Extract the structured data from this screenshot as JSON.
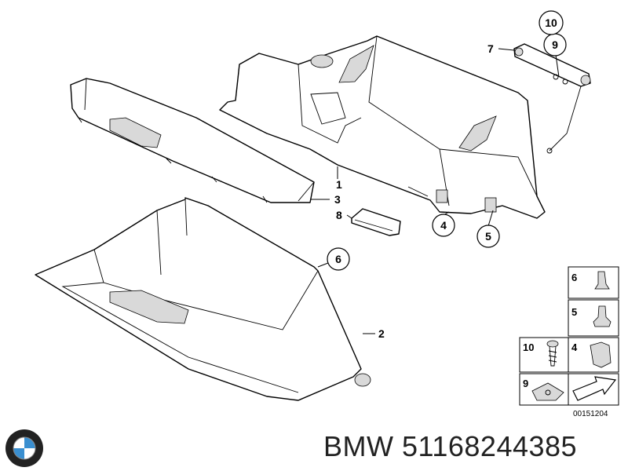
{
  "diagram": {
    "callouts": [
      {
        "id": "c1",
        "label": "1"
      },
      {
        "id": "c2",
        "label": "2"
      },
      {
        "id": "c3",
        "label": "3"
      },
      {
        "id": "c4",
        "label": "4"
      },
      {
        "id": "c5",
        "label": "5"
      },
      {
        "id": "c6",
        "label": "6"
      },
      {
        "id": "c7",
        "label": "7"
      },
      {
        "id": "c8",
        "label": "8"
      },
      {
        "id": "c9",
        "label": "9"
      },
      {
        "id": "c10",
        "label": "10"
      }
    ],
    "legend": {
      "items": [
        {
          "label": "6"
        },
        {
          "label": "5"
        },
        {
          "label": "10"
        },
        {
          "label": "4"
        },
        {
          "label": "9"
        }
      ],
      "drawing_number": "00151204"
    }
  },
  "footer": {
    "brand_text": "BMW 51168244385",
    "logo_name": "bmw-roundel"
  },
  "colors": {
    "line": "#000000",
    "text": "#222222",
    "logo_blue": "#3a8fd0"
  }
}
